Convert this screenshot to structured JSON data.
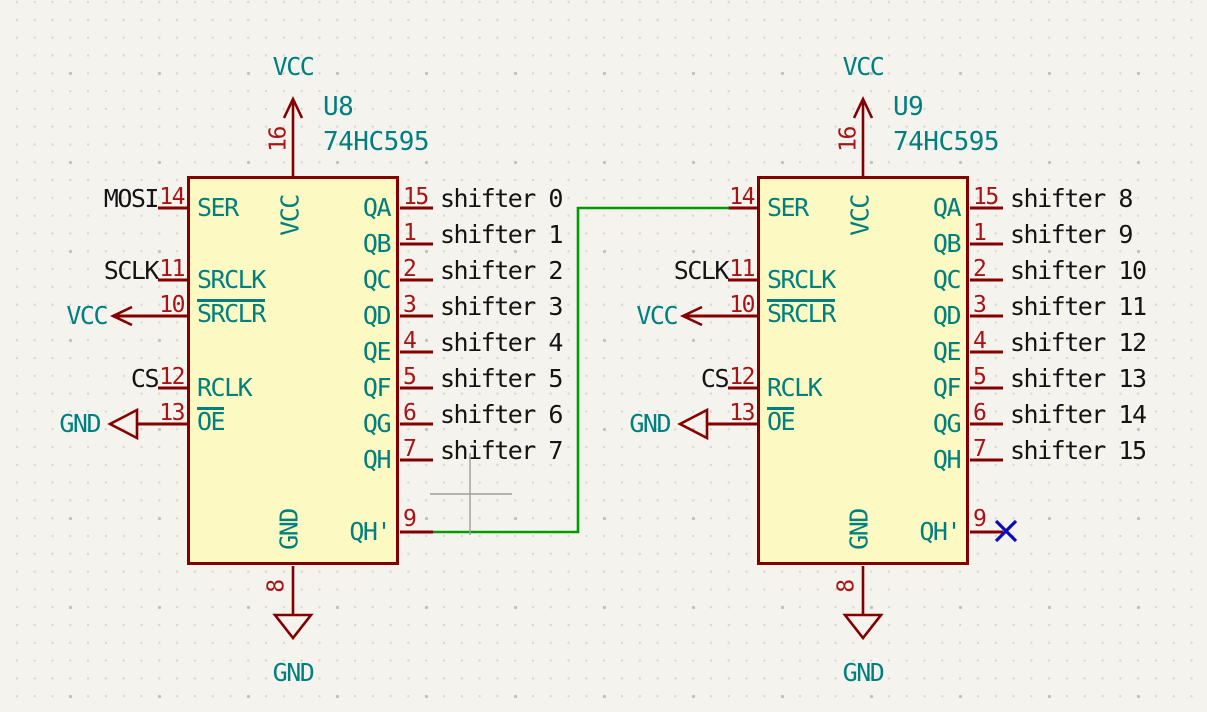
{
  "colors": {
    "symbol_outline": "#840000",
    "pin_number_red": "#a81414",
    "pin_name_teal": "#007f7f",
    "net_label_black": "#141414",
    "wire_green": "#009b00",
    "no_connect_blue": "#0b0bbe",
    "symbol_body_yellow": "#fdf9c2",
    "canvas_background": "#f4f3ee"
  },
  "wire": {
    "from": "U8 QH'",
    "to": "U9 SER"
  },
  "components": [
    {
      "designator": "U8",
      "part": "74HC595",
      "power_top": {
        "net": "VCC",
        "pin": "16",
        "name": "VCC"
      },
      "power_bottom": {
        "net": "GND",
        "pin": "8",
        "name": "GND"
      },
      "left": [
        {
          "num": "14",
          "name": "SER",
          "net": "MOSI"
        },
        {
          "num": "11",
          "name": "SRCLK",
          "net": "SCLK"
        },
        {
          "num": "10",
          "name": "SRCLR",
          "net": "VCC"
        },
        {
          "num": "12",
          "name": "RCLK",
          "net": "CS"
        },
        {
          "num": "13",
          "name": "OE",
          "net": "GND"
        }
      ],
      "right": [
        {
          "num": "15",
          "name": "QA",
          "net": "shifter 0"
        },
        {
          "num": "1",
          "name": "QB",
          "net": "shifter 1"
        },
        {
          "num": "2",
          "name": "QC",
          "net": "shifter 2"
        },
        {
          "num": "3",
          "name": "QD",
          "net": "shifter 3"
        },
        {
          "num": "4",
          "name": "QE",
          "net": "shifter 4"
        },
        {
          "num": "5",
          "name": "QF",
          "net": "shifter 5"
        },
        {
          "num": "6",
          "name": "QG",
          "net": "shifter 6"
        },
        {
          "num": "7",
          "name": "QH",
          "net": "shifter 7"
        }
      ],
      "serial_out": {
        "num": "9",
        "name": "QH'"
      }
    },
    {
      "designator": "U9",
      "part": "74HC595",
      "power_top": {
        "net": "VCC",
        "pin": "16",
        "name": "VCC"
      },
      "power_bottom": {
        "net": "GND",
        "pin": "8",
        "name": "GND"
      },
      "left": [
        {
          "num": "14",
          "name": "SER"
        },
        {
          "num": "11",
          "name": "SRCLK",
          "net": "SCLK"
        },
        {
          "num": "10",
          "name": "SRCLR",
          "net": "VCC"
        },
        {
          "num": "12",
          "name": "RCLK",
          "net": "CS"
        },
        {
          "num": "13",
          "name": "OE",
          "net": "GND"
        }
      ],
      "right": [
        {
          "num": "15",
          "name": "QA",
          "net": "shifter 8"
        },
        {
          "num": "1",
          "name": "QB",
          "net": "shifter 9"
        },
        {
          "num": "2",
          "name": "QC",
          "net": "shifter 10"
        },
        {
          "num": "3",
          "name": "QD",
          "net": "shifter 11"
        },
        {
          "num": "4",
          "name": "QE",
          "net": "shifter 12"
        },
        {
          "num": "5",
          "name": "QF",
          "net": "shifter 13"
        },
        {
          "num": "6",
          "name": "QG",
          "net": "shifter 14"
        },
        {
          "num": "7",
          "name": "QH",
          "net": "shifter 15"
        }
      ],
      "serial_out": {
        "num": "9",
        "name": "QH'",
        "no_connect": true
      }
    }
  ]
}
